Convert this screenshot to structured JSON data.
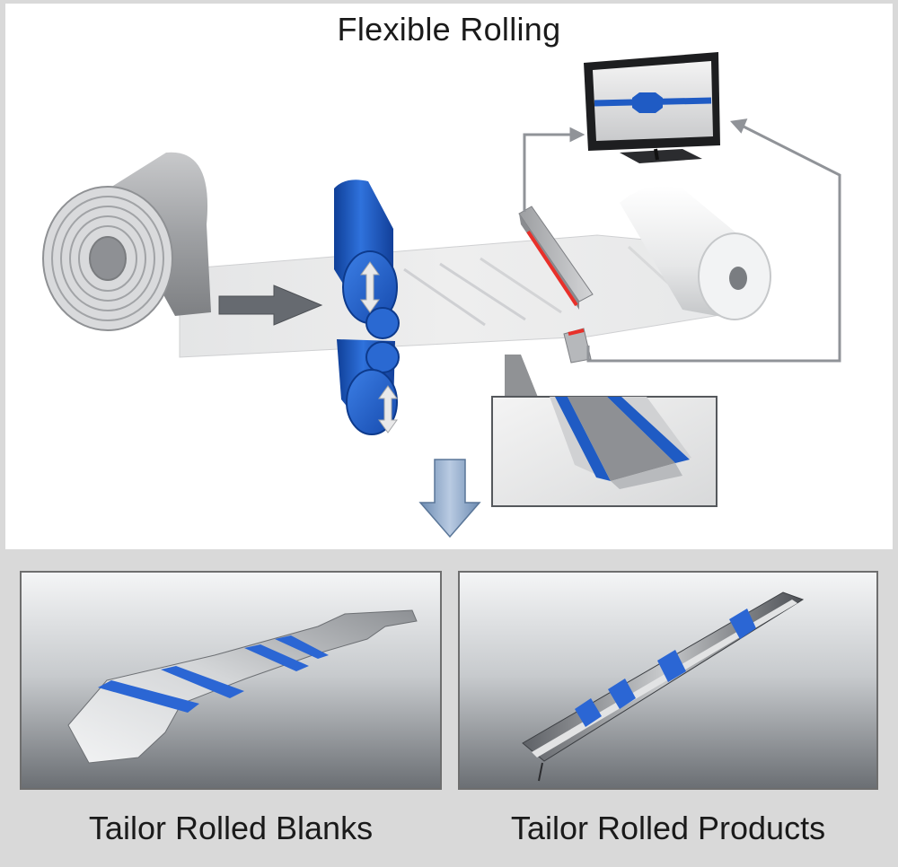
{
  "title": "Flexible Rolling",
  "captions": {
    "blanks": "Tailor Rolled Blanks",
    "products": "Tailor Rolled Products"
  },
  "colors": {
    "roller_blue": "#1f5bc4",
    "sensor_red": "#e8302a",
    "background_gray": "#d9d9d9",
    "arrow_gray": "#666a70",
    "flow_arrow_blue": "#8aa6c8"
  },
  "icons": {
    "direction_arrow": "right-arrow-icon",
    "adjust_arrows": "up-down-arrow-icon",
    "flow_arrow": "down-arrow-icon",
    "monitor": "monitor-icon"
  }
}
